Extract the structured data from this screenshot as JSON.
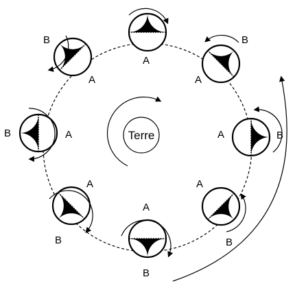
{
  "center": {
    "label": "Terre"
  },
  "point_labels": {
    "a": "A",
    "b": "B"
  },
  "positions": [
    {
      "id": "top",
      "angle_deg": 270,
      "shade": "top"
    },
    {
      "id": "top-right",
      "angle_deg": 315,
      "shade": "upper-right"
    },
    {
      "id": "right",
      "angle_deg": 0,
      "shade": "right"
    },
    {
      "id": "bottom-right",
      "angle_deg": 45,
      "shade": "lower-right"
    },
    {
      "id": "bottom",
      "angle_deg": 90,
      "shade": "bottom"
    },
    {
      "id": "bottom-left",
      "angle_deg": 135,
      "shade": "lower-left"
    },
    {
      "id": "left",
      "angle_deg": 180,
      "shade": "left"
    },
    {
      "id": "top-left",
      "angle_deg": 225,
      "shade": "upper-left"
    }
  ],
  "colors": {
    "ink": "#000000",
    "background": "#ffffff"
  }
}
